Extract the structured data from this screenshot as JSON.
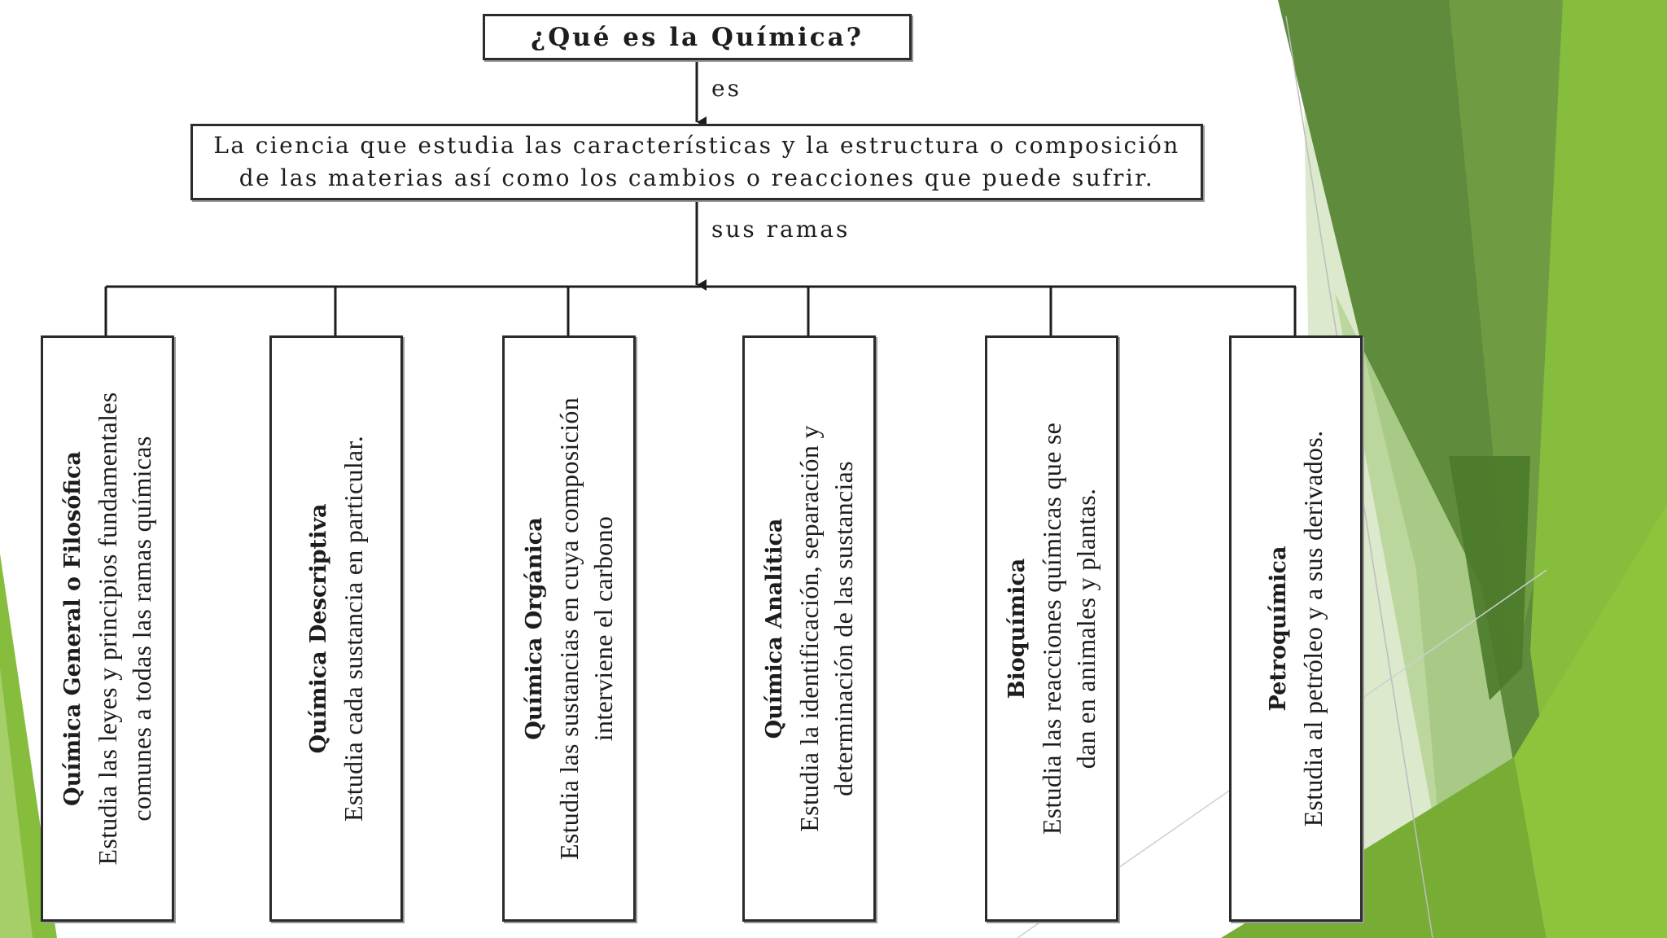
{
  "diagram": {
    "title": "¿Qué es la Química?",
    "connector_es": "es",
    "definition_line1": "La ciencia que estudia las características y la estructura o composición",
    "definition_line2": "de las materias así como los cambios o reacciones que puede sufrir.",
    "connector_ramas": "sus ramas",
    "branches": [
      {
        "name": "Química General o Filosófica",
        "desc_line1": "Estudia las leyes y principios fundamentales",
        "desc_line2": "comunes a todas las ramas químicas"
      },
      {
        "name": "Química Descriptiva",
        "desc_line1": "Estudia cada sustancia en particular.",
        "desc_line2": ""
      },
      {
        "name": "Química Orgánica",
        "desc_line1": "Estudia las sustancias en cuya composición",
        "desc_line2": "interviene el carbono"
      },
      {
        "name": "Química Analítica",
        "desc_line1": "Estudia la identificación, separación y",
        "desc_line2": "determinación de las sustancias"
      },
      {
        "name": "Bioquímica",
        "desc_line1": "Estudia las reacciones químicas que se",
        "desc_line2": "dan en animales y plantas."
      },
      {
        "name": "Petroquímica",
        "desc_line1": "Estudia al petróleo y a sus derivados.",
        "desc_line2": ""
      }
    ]
  },
  "theme": {
    "green_dark": "#5b8a3a",
    "green_mid": "#6aa333",
    "green_light": "#8cc43c",
    "green_pale": "#c9dfb0",
    "border_color": "#2b2b2b"
  }
}
